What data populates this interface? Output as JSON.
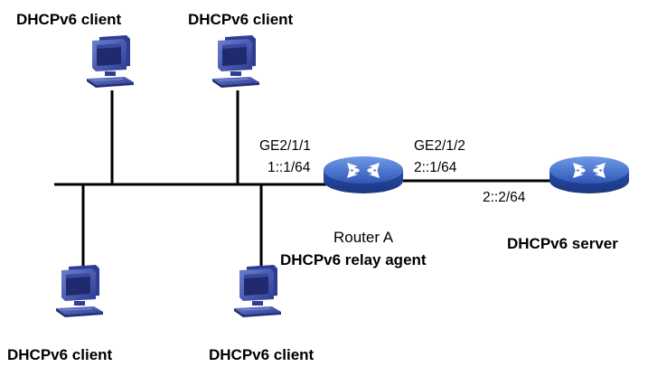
{
  "clients": [
    {
      "label": "DHCPv6 client"
    },
    {
      "label": "DHCPv6 client"
    },
    {
      "label": "DHCPv6 client"
    },
    {
      "label": "DHCPv6 client"
    }
  ],
  "router_a": {
    "device_label": "ROUTER",
    "name": "Router A",
    "role": "DHCPv6 relay agent",
    "interface_left": "GE2/1/1",
    "address_left": "1::1/64",
    "interface_right": "GE2/1/2",
    "address_right": "2::1/64"
  },
  "server": {
    "device_label": "ROUTER",
    "role": "DHCPv6 server",
    "address": "2::2/64"
  },
  "colors": {
    "router_body": "#2f57b8",
    "router_top": "#4f7ed6",
    "pc_body": "#3b4ea8",
    "pc_screen": "#2a2f7a",
    "line": "#000000"
  }
}
